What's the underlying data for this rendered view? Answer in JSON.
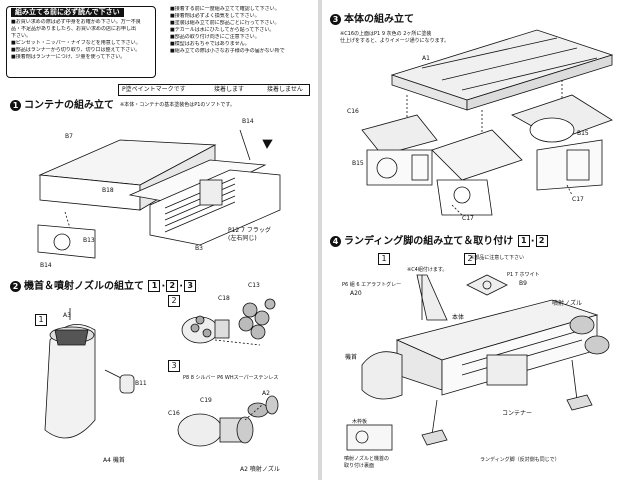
{
  "left": {
    "notice": {
      "title": "組み立てる前に必ず読んで下さい",
      "lines": [
        "■お買い求めの際は必ず中身をお確かめ下さい。万一不良",
        "品・不足品がありましたら、お買い求めの店にお申し出",
        "下さい。",
        "■ピンセット・ニッパー・ナイフなどを用意して下さい。",
        "■部品はランナーから切り取り、切り口は整えて下さい。",
        "■接着剤はランナーにつけ、少量を使って下さい。"
      ]
    },
    "notice2": {
      "lines": [
        "■接着する前に一度組み立てて確認して下さい。",
        "■接着剤は必ずよく換気をして下さい。",
        "■塗装は組み立て前に部品ごとに行って下さい。",
        "■デカールは水にひたしてから貼って下さい。",
        "■部品の取り付け向きにご注意下さい。",
        "■模型はおもちゃではありません。",
        "■組み立ての際は小さなお子様の手の届かない所で"
      ]
    },
    "mark_legend": {
      "paint_mark": "P塗ペイントマークです",
      "glue": "接着します",
      "no_glue": "接着しません"
    },
    "section1": {
      "num": "1",
      "title": "コンテナの組み立て",
      "note": "※本体・コンテナの基本塗装色はP1のソフトです。",
      "labels": {
        "b7": "B7",
        "b14a": "B14",
        "b18": "B18",
        "b13": "B13",
        "b14b": "B14",
        "b3": "B3",
        "flag": "P12 7 フラッグ",
        "flag_sub": "(左右同じ)"
      }
    },
    "section2": {
      "num": "2",
      "title": "機首＆噴射ノズルの組立て",
      "steps": [
        "1",
        "2",
        "3"
      ],
      "step_boxes": [
        "1",
        "2",
        "3"
      ],
      "labels": {
        "a3": "A3",
        "b11": "B11",
        "a4": "A4 機首",
        "c18": "C18",
        "c13": "C13",
        "c16": "C16",
        "c19": "C19",
        "a2": "A2",
        "a2b": "A2 噴射ノズル",
        "paint": "P8 8 シルバー P6 WHスーパーステンレス"
      }
    }
  },
  "right": {
    "section3": {
      "num": "3",
      "title": "本体の組み立て",
      "note1": "※C16の上面はP1 9 灰色の 2ヶ所に塗装",
      "note2": "仕上げをすると、よりイメージ通りになります。",
      "labels": {
        "a1": "A1",
        "c16": "C16",
        "b15a": "B15",
        "b15b": "B15",
        "c17a": "C17",
        "c17b": "C17"
      }
    },
    "section4": {
      "num": "4",
      "title": "ランディング脚の組み立て＆取り付け",
      "steps": [
        "1",
        "2"
      ],
      "step_boxes": [
        "1",
        "2"
      ],
      "labels": {
        "note_c": "※C4組付けます。",
        "note_right": "※部品に注意して下さい",
        "a20": "A20",
        "p6": "P6 組 6 エアラフトグレー",
        "p1": "P1 7 ホワイト",
        "b9": "B9",
        "hull": "本体",
        "nozzle": "噴射ノズル",
        "nose": "機首",
        "container": "コンテナー",
        "wood": "木枠板",
        "landing": "ランディング脚（反対側も同じで）",
        "nozzle_attach": "噴射ノズルと機首の",
        "nozzle_attach2": "取り付け裏面"
      }
    }
  }
}
